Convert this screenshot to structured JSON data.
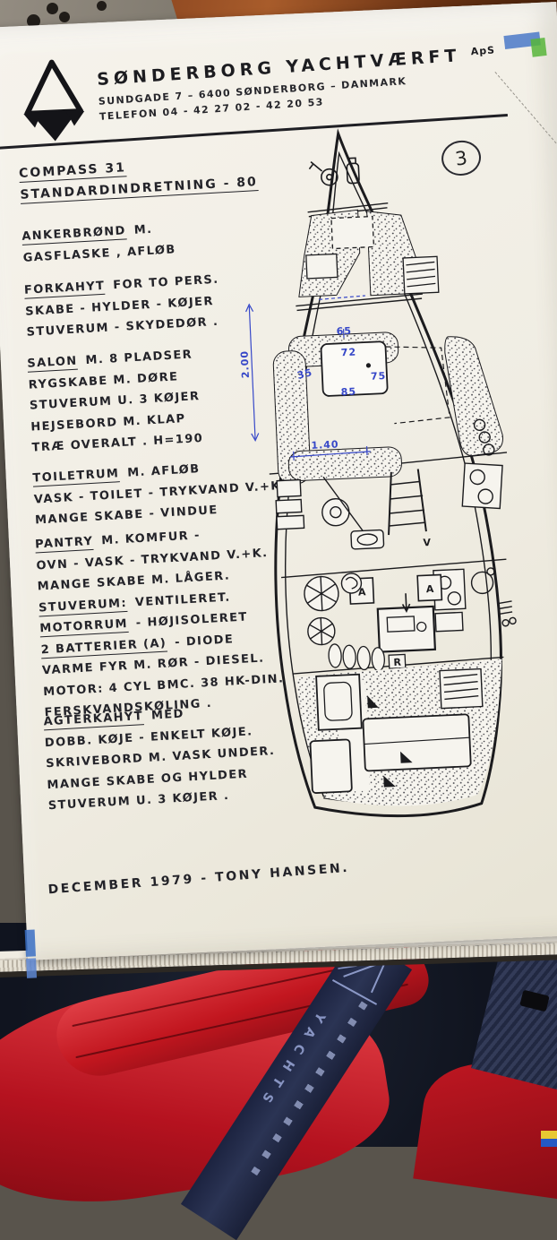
{
  "page": {
    "number": "3"
  },
  "letterhead": {
    "company": "SØNDERBORG YACHTVÆRFT",
    "suffix": "ApS",
    "address": "SUNDGADE 7 – 6400 SØNDERBORG – DANMARK",
    "telephone": "TELEFON 04 - 42 27 02 - 42 20 53"
  },
  "notes": [
    {
      "h": "COMPASS 31",
      "t": ""
    },
    {
      "h": "STANDARDINDRETNING - 80",
      "t": ""
    },
    {
      "h": "ANKERBRØND",
      "t": "M."
    },
    {
      "h": "",
      "t": "GASFLASKE , AFLØB"
    },
    {
      "h": "FORKAHYT",
      "t": "FOR TO PERS."
    },
    {
      "h": "",
      "t": "SKABE - HYLDER - KØJER"
    },
    {
      "h": "",
      "t": "STUVERUM - SKYDEDØR ."
    },
    {
      "h": "SALON",
      "t": "M. 8 PLADSER"
    },
    {
      "h": "",
      "t": "RYGSKABE M. DØRE"
    },
    {
      "h": "",
      "t": "STUVERUM U. 3 KØJER"
    },
    {
      "h": "",
      "t": "HEJSEBORD M. KLAP"
    },
    {
      "h": "",
      "t": "TRÆ OVERALT .  H=190"
    },
    {
      "h": "TOILETRUM",
      "t": "M. AFLØB"
    },
    {
      "h": "",
      "t": "VASK - TOILET - TRYKVAND V.+K."
    },
    {
      "h": "",
      "t": "MANGE SKABE - VINDUE"
    },
    {
      "h": "PANTRY",
      "t": "M. KOMFUR -"
    },
    {
      "h": "",
      "t": "OVN - VASK - TRYKVAND V.+K."
    },
    {
      "h": "",
      "t": "MANGE SKABE M. LÅGER."
    },
    {
      "h": "STUVERUM:",
      "t": "VENTILERET."
    },
    {
      "h": "MOTORRUM",
      "t": "- HØJISOLERET"
    },
    {
      "h": "2 BATTERIER (A)",
      "t": "- DIODE"
    },
    {
      "h": "",
      "t": "VARME FYR  M. RØR - DIESEL."
    },
    {
      "h": "",
      "t": "MOTOR: 4 CYL  BMC. 38 HK-DIN."
    },
    {
      "h": "",
      "t": "FERSKVANDSKØLING ."
    },
    {
      "h": "AGTERKAHYT",
      "t": "MED"
    },
    {
      "h": "",
      "t": "DOBB. KØJE  - ENKELT KØJE."
    },
    {
      "h": "",
      "t": "SKRIVEBORD M. VASK UNDER."
    },
    {
      "h": "",
      "t": "MANGE SKABE OG HYLDER"
    },
    {
      "h": "",
      "t": "STUVERUM U. 3 KØJER ."
    }
  ],
  "footer": {
    "date": "DECEMBER 1979 - TONY HANSEN."
  },
  "drawing": {
    "d200": "2.00",
    "d140": "1.40",
    "d65": "65",
    "d72": "72",
    "d35": "35",
    "d75": "75",
    "d85": "85",
    "a1": "A",
    "a2": "A",
    "v": "V",
    "r": "R"
  },
  "strap": {
    "brand": "YACHTS"
  },
  "colors": {
    "blue_ink": "#3647c8",
    "red_fabric": "#b5121f",
    "navy_fabric": "#1a2138",
    "paper": "#f2efe8"
  }
}
